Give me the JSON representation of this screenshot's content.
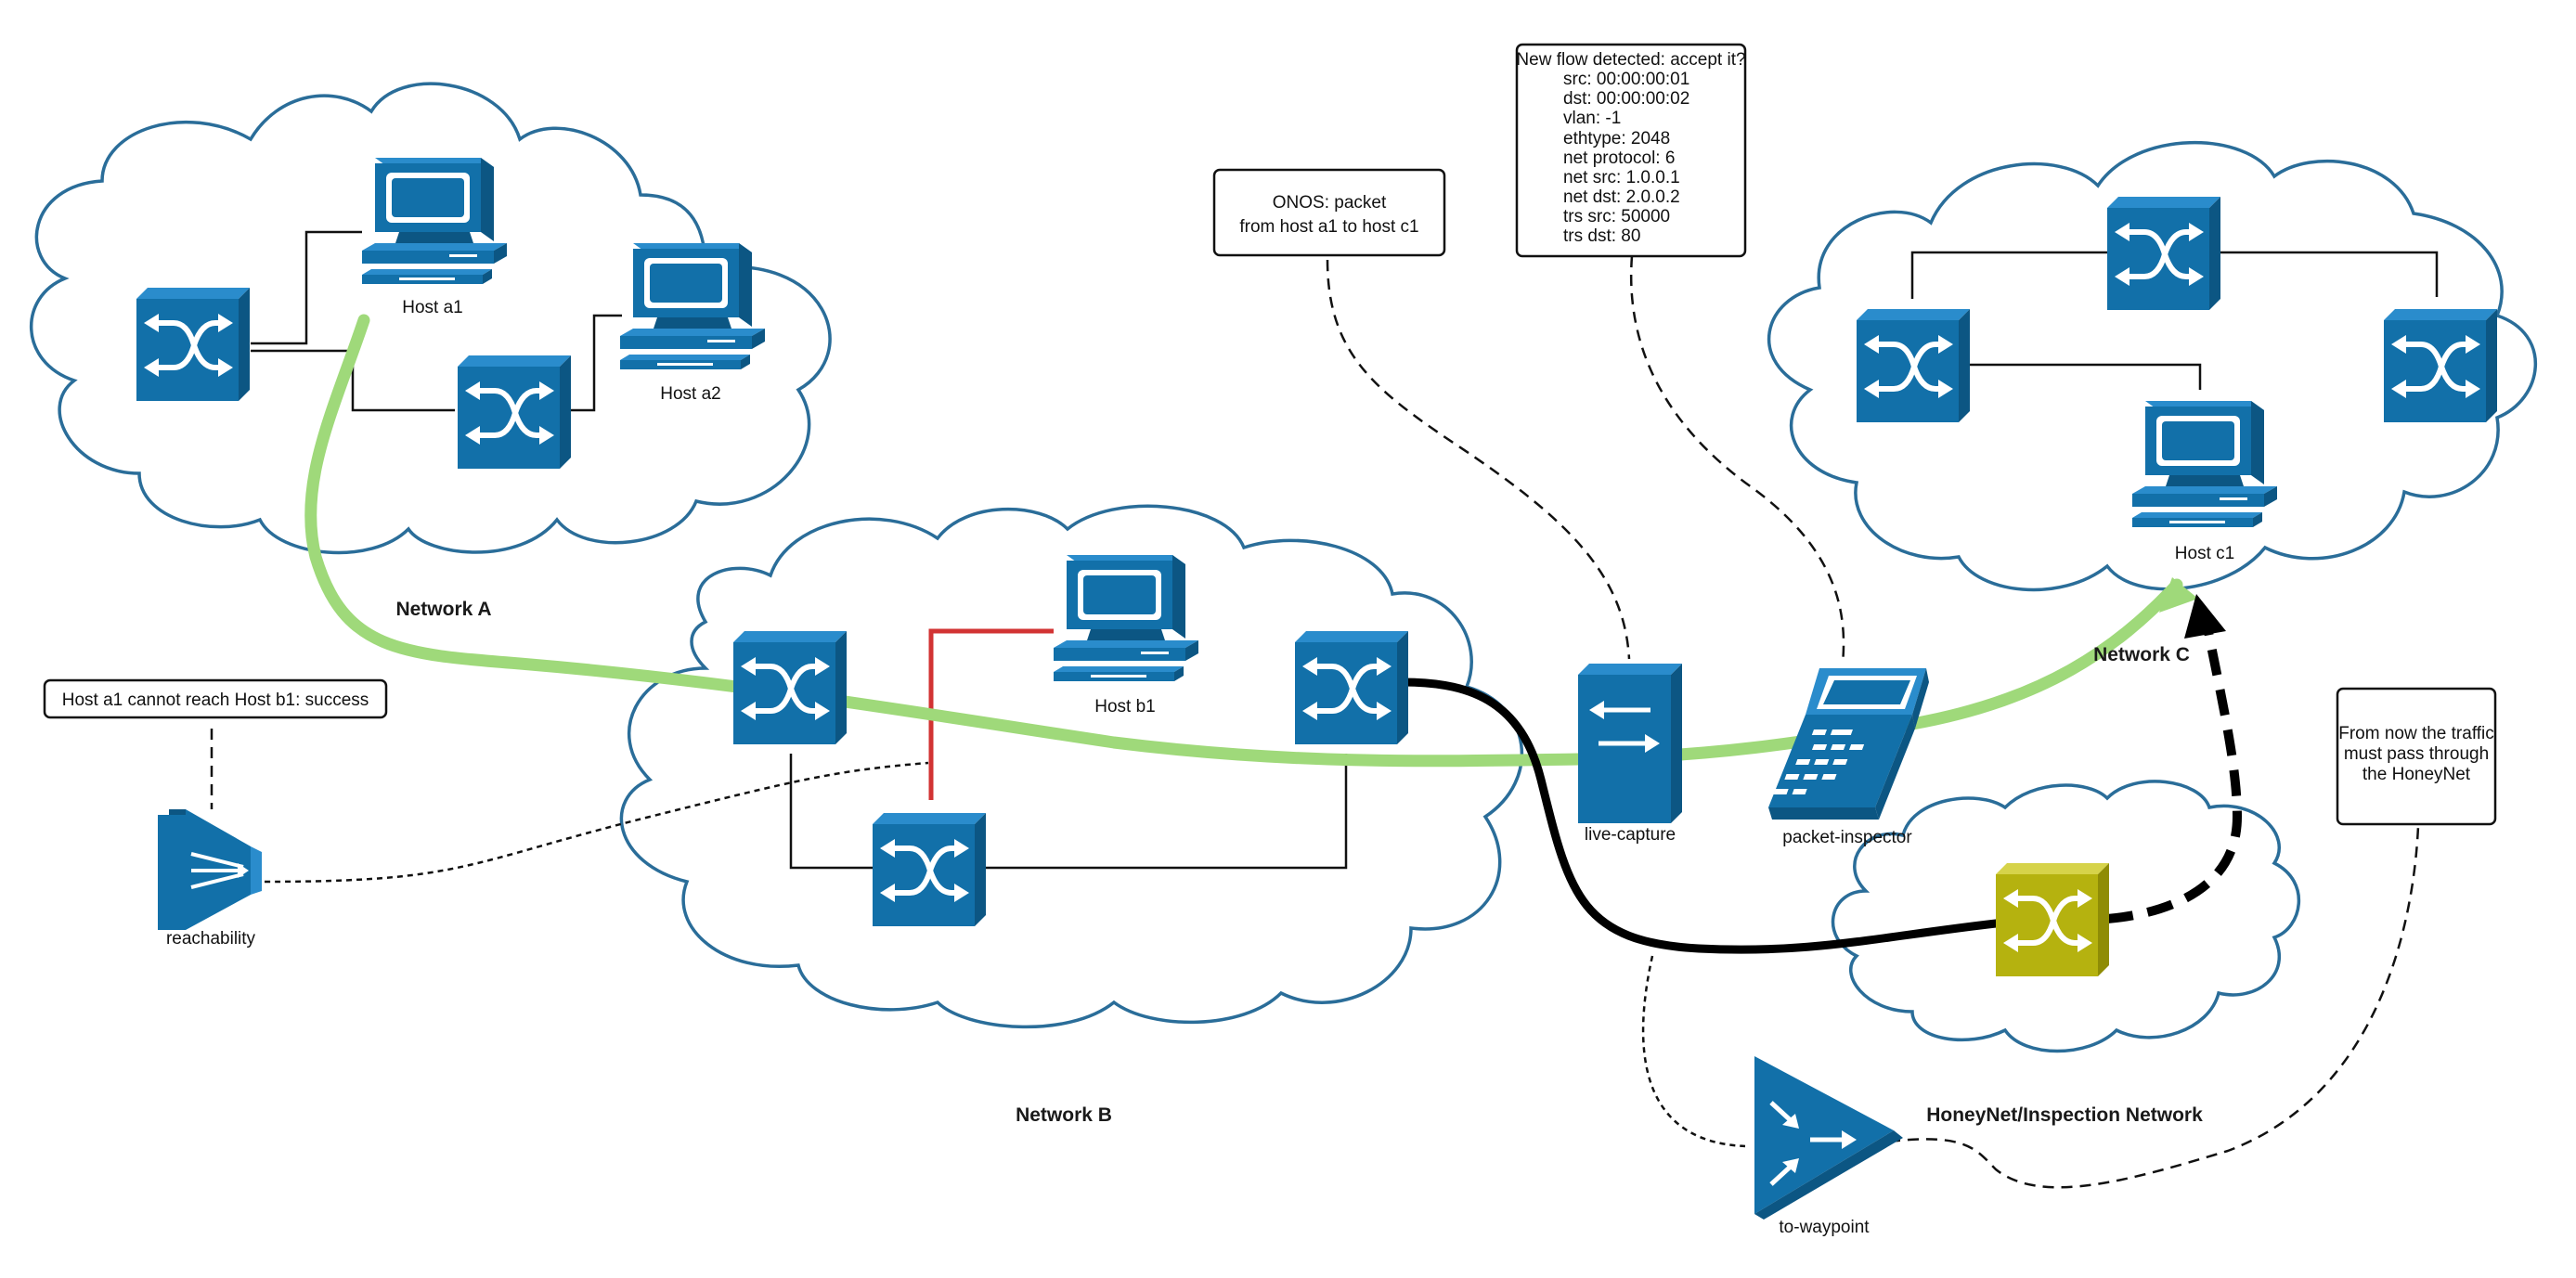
{
  "networks": {
    "a": "Network A",
    "b": "Network B",
    "c": "Network C",
    "honeynet": "HoneyNet/Inspection Network"
  },
  "hosts": {
    "a1": "Host a1",
    "a2": "Host a2",
    "b1": "Host b1",
    "c1": "Host c1"
  },
  "apps": {
    "reachability": "reachability",
    "live_capture": "live-capture",
    "packet_inspector": "packet-inspector",
    "to_waypoint": "to-waypoint"
  },
  "notes": {
    "reach_status": "Host a1 cannot reach  Host b1: success",
    "onos_packet": [
      "ONOS: packet",
      "from host a1 to host c1"
    ],
    "flow_prompt": {
      "title": "New flow detected: accept it?",
      "fields": [
        "src: 00:00:00:01",
        "dst: 00:00:00:02",
        "vlan: -1",
        "ethtype: 2048",
        "net protocol: 6",
        "net src: 1.0.0.1",
        "net dst: 2.0.0.2",
        "trs src: 50000",
        "trs dst: 80"
      ]
    },
    "honeynet_notice": [
      "From now the traffic",
      "must pass through",
      "the HoneyNet"
    ]
  },
  "colors": {
    "device_blue": "#1270a9",
    "device_blue_dark": "#0c5683",
    "honeynet_switch": "#b5b20f",
    "allowed_path": "#9fd97a",
    "redirected_path": "#000000",
    "blocked_link": "#d23333",
    "cloud_stroke": "#2a6d99"
  }
}
